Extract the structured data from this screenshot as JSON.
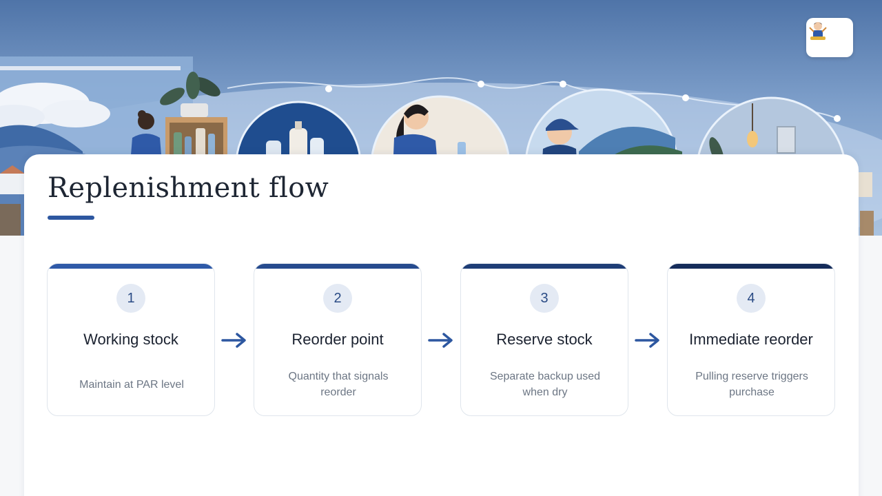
{
  "colors": {
    "accent": "#2d57a0",
    "title_text": "#1e2633",
    "muted_text": "#6c7684",
    "bar_1": "#2f5aa8",
    "bar_2": "#264b8e",
    "bar_3": "#1e3d76",
    "bar_4": "#152c5a"
  },
  "header": {
    "logo_icon": "mascot-logo-icon"
  },
  "main": {
    "title": "Replenishment flow",
    "steps": [
      {
        "number": "1",
        "title": "Working stock",
        "description": "Maintain at PAR level"
      },
      {
        "number": "2",
        "title": "Reorder point",
        "description": "Quantity that signals reorder"
      },
      {
        "number": "3",
        "title": "Reserve stock",
        "description": "Separate backup used when dry"
      },
      {
        "number": "4",
        "title": "Immediate reorder",
        "description": "Pulling reserve triggers purchase"
      }
    ],
    "connector_icon": "arrow-right-icon"
  }
}
